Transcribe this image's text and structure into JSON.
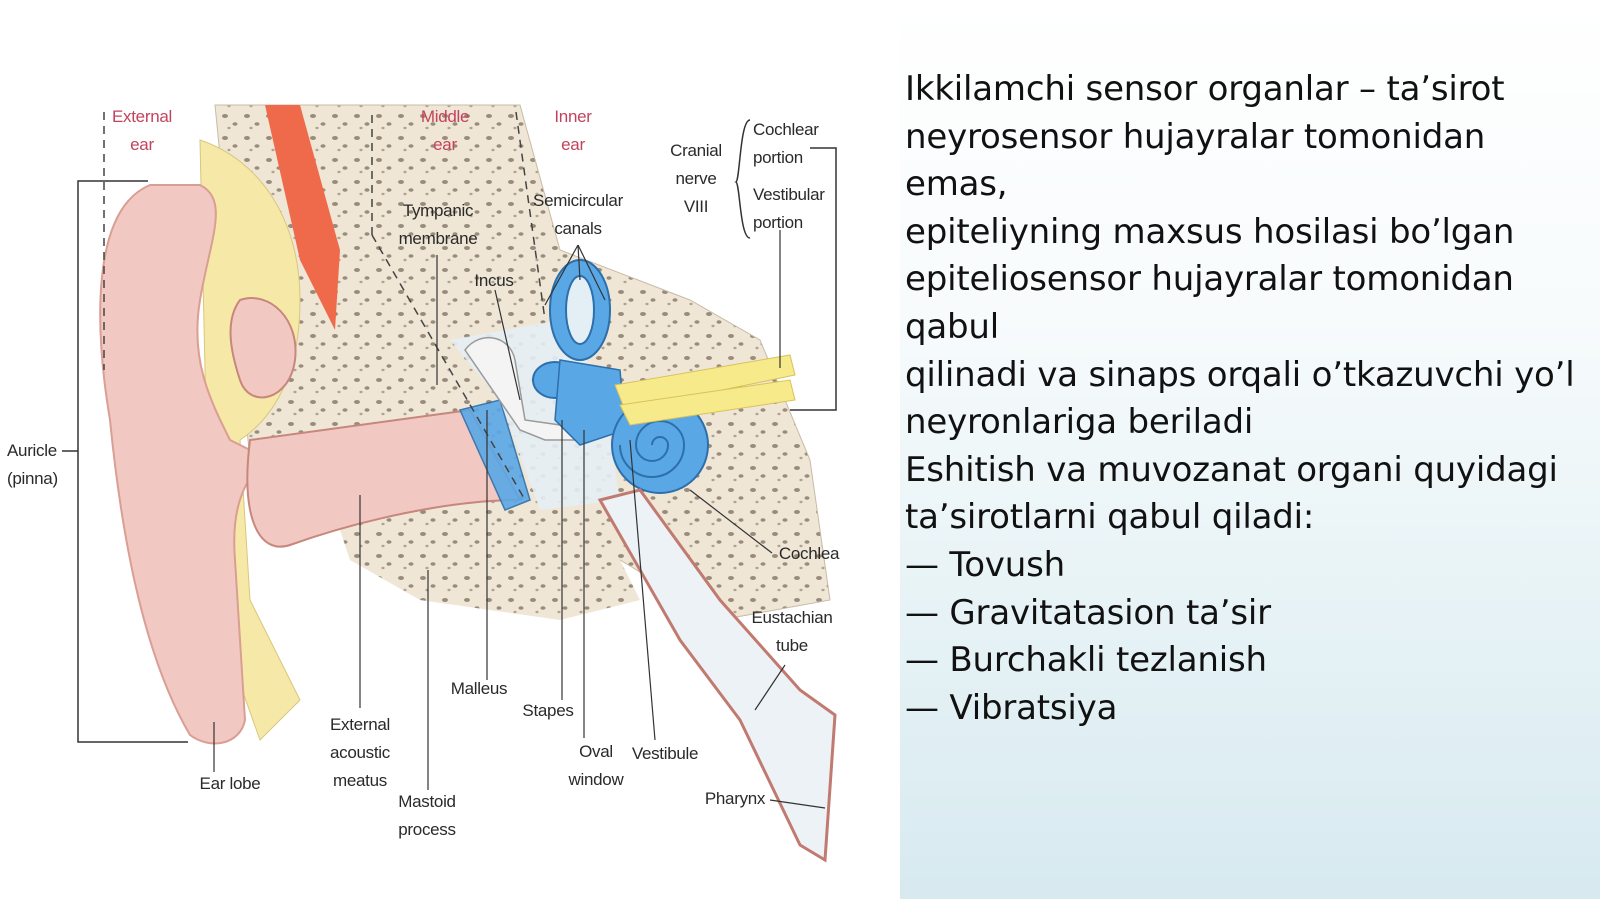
{
  "diagram": {
    "region_labels": {
      "external_ear": "External\near",
      "middle_ear": "Middle\near",
      "inner_ear": "Inner\near"
    },
    "labels": {
      "auricle": "Auricle\n(pinna)",
      "ear_lobe": "Ear lobe",
      "external_acoustic_meatus": "External\nacoustic\nmeatus",
      "mastoid_process": "Mastoid\nprocess",
      "malleus": "Malleus",
      "stapes": "Stapes",
      "oval_window": "Oval\nwindow",
      "vestibule": "Vestibule",
      "pharynx": "Pharynx",
      "eustachian_tube": "Eustachian\ntube",
      "cochlea": "Cochlea",
      "tympanic_membrane": "Tympanic\nmembrane",
      "incus": "Incus",
      "semicircular_canals": "Semicircular\ncanals",
      "cranial_nerve": "Cranial\nnerve\nVIII",
      "cochlear_portion": "Cochlear\nportion",
      "vestibular_portion": "Vestibular\nportion"
    },
    "colors": {
      "skin": "#f2c9c2",
      "bone": "#efe6d6",
      "cartilage": "#f6e8a6",
      "inner_ear": "#5aa7e6",
      "muscle": "#ef6a4a",
      "nerve": "#f7ea8a"
    }
  },
  "text_panel": {
    "lines": [
      "Ikkilamchi sensor organlar – ta’sirot",
      "neyrosensor hujayralar tomonidan",
      "emas,",
      "epiteliyning maxsus hosilasi bo’lgan",
      "epiteliosensor hujayralar tomonidan",
      "qabul",
      "qilinadi va sinaps orqali o’tkazuvchi yo’l",
      "neyronlariga beriladi",
      " Eshitish va muvozanat organi quyidagi",
      "ta’sirotlarni qabul qiladi:",
      "— Tovush",
      "— Gravitatasion ta’sir",
      "— Burchakli tezlanish",
      "— Vibratsiya"
    ]
  }
}
